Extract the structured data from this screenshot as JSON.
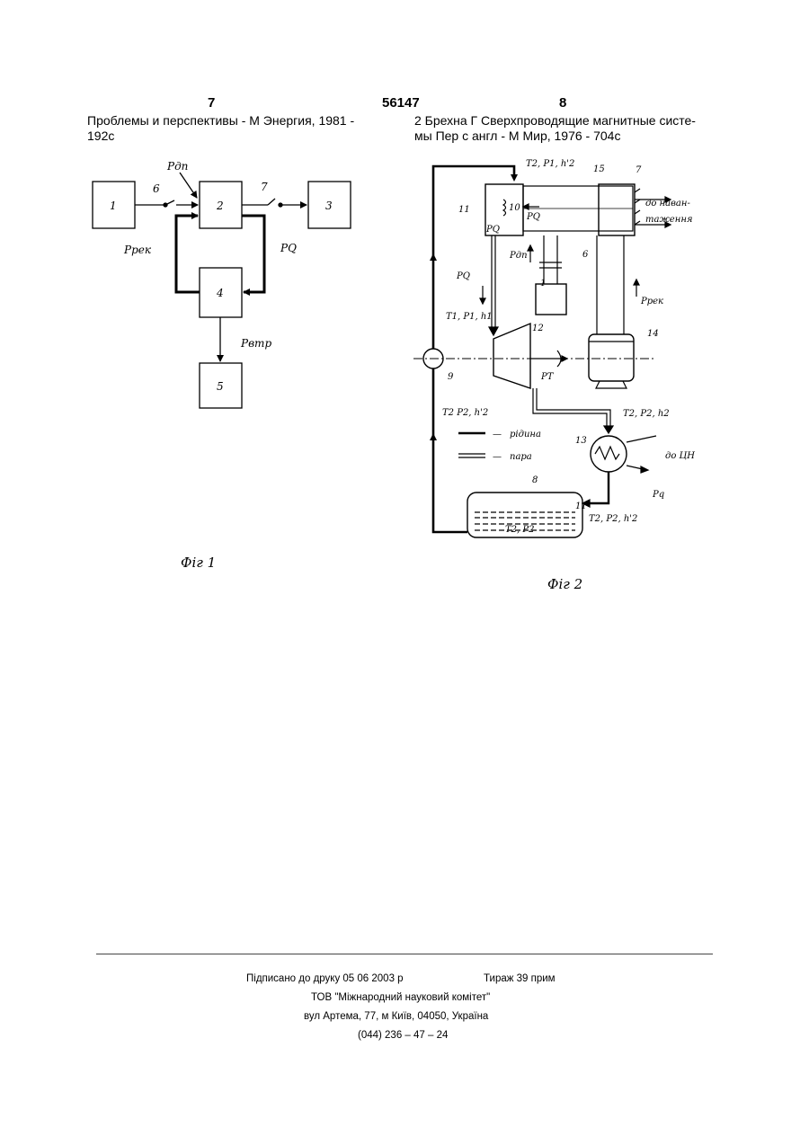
{
  "header": {
    "left_page_number": "7",
    "patent_number": "56147",
    "right_page_number": "8"
  },
  "references": {
    "left_line1": "Проблемы и перспективы  - М  Энергия, 1981 -",
    "left_line2": "192с",
    "right_line1": "2 Брехна Г  Сверхпроводящие магнитные систе-",
    "right_line2": "мы Пер с англ - М  Мир, 1976 - 704с"
  },
  "figure1": {
    "caption": "Фіг 1",
    "blocks": [
      "1",
      "2",
      "3",
      "4",
      "5"
    ],
    "labels": {
      "switch6": "6",
      "switch7": "7",
      "p_dp": "Pдп",
      "p_rek": "Pрек",
      "p_q": "PQ",
      "p_vtr": "Pвтр"
    }
  },
  "figure2": {
    "caption": "Фіг 2",
    "labels": {
      "n1": "1",
      "n6": "6",
      "n7": "7",
      "n8": "8",
      "n9": "9",
      "n10": "10",
      "n11": "11",
      "n12": "12",
      "n13": "13",
      "n14": "14",
      "n15": "15",
      "n11b": "11",
      "top_state": "T2, P1, h'2",
      "turbine_in": "T1, P1, h1",
      "turbine_out": "T2, P2, h2",
      "return_state": "T2  P2, h'2",
      "tank_in": "T2, P2, h'2",
      "tank_inner": "T2, P2",
      "pq_a": "PQ",
      "pq_b": "PQ",
      "pq_c": "PQ",
      "p_dp": "Pдп",
      "p_rek": "Pрек",
      "p_t": "PT",
      "p_q_small": "Pq",
      "load_line1": "до наван-",
      "load_line2": "таження",
      "to_cn": "до ЦН",
      "legend_liquid": "рідина",
      "legend_vapor": "пара",
      "dash": "—"
    }
  },
  "footer": {
    "signed": "Підписано до друку 05 06 2003 р",
    "print_run": "Тираж 39 прим",
    "org": "ТОВ \"Міжнародний науковий комітет\"",
    "address": "вул  Артема, 77, м  Київ, 04050, Україна",
    "phone": "(044) 236 – 47 – 24"
  }
}
